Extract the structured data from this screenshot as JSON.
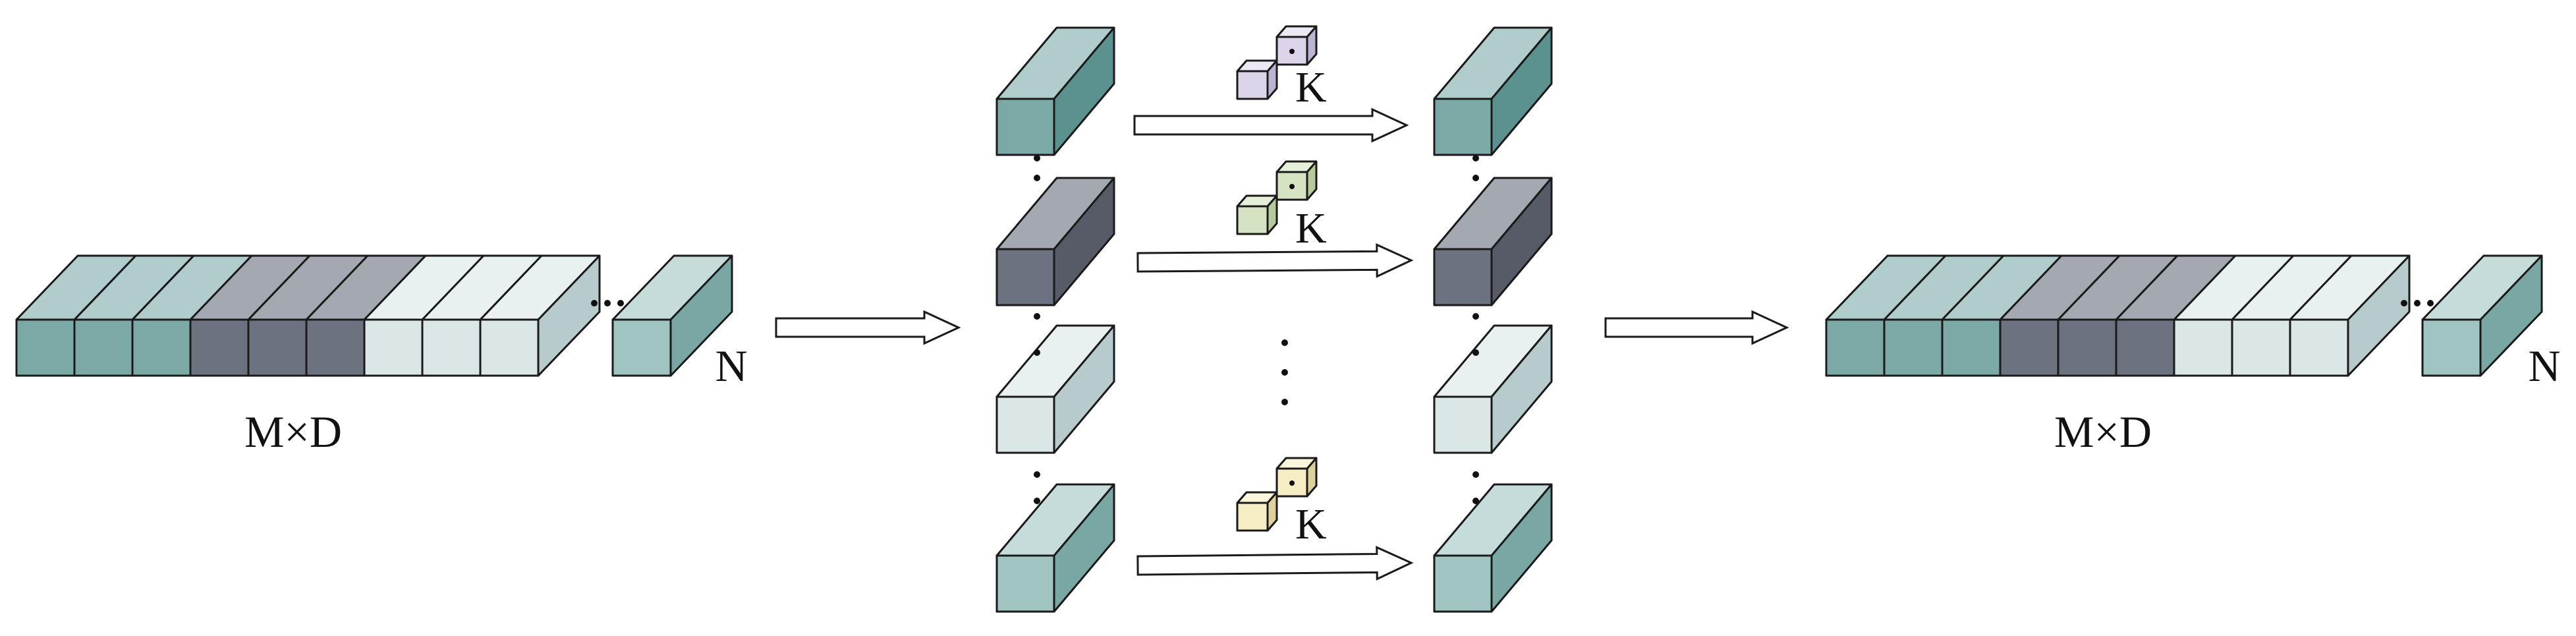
{
  "labels": {
    "left_dims": "M×D",
    "left_n": "N",
    "right_dims": "M×D",
    "right_n": "N",
    "k_labels": [
      "K",
      "K",
      "K"
    ]
  },
  "colors": {
    "teal": {
      "front": "#7aa9a6",
      "top": "#b0cdcb",
      "side": "#5b918e"
    },
    "gray": {
      "front": "#6c7280",
      "top": "#a4a8b0",
      "side": "#565b67"
    },
    "light": {
      "front": "#dbe6e6",
      "top": "#e8f0f0",
      "side": "#b8cbcc"
    },
    "mint": {
      "front": "#9fc4c1",
      "top": "#c6dcda",
      "side": "#79a8a4"
    },
    "k_purple": {
      "front": "#dcd5ea",
      "top": "#ece8f4",
      "side": "#bdb3d3"
    },
    "k_green": {
      "front": "#d6e3c2",
      "top": "#e6efd8",
      "side": "#b5c99a"
    },
    "k_yellow": {
      "front": "#f6edc4",
      "top": "#fbf5dc",
      "side": "#ddd19c"
    }
  },
  "tokens": {
    "sequence": [
      "teal",
      "teal",
      "teal",
      "gray",
      "gray",
      "gray",
      "light",
      "light",
      "light"
    ],
    "separate_token": "mint"
  },
  "experts": {
    "input_cubes": [
      "teal",
      "gray",
      "light",
      "mint"
    ],
    "output_cubes": [
      "teal",
      "gray",
      "light",
      "mint"
    ],
    "k_cube_pairs": [
      "k_purple",
      "k_green",
      "k_yellow"
    ]
  }
}
